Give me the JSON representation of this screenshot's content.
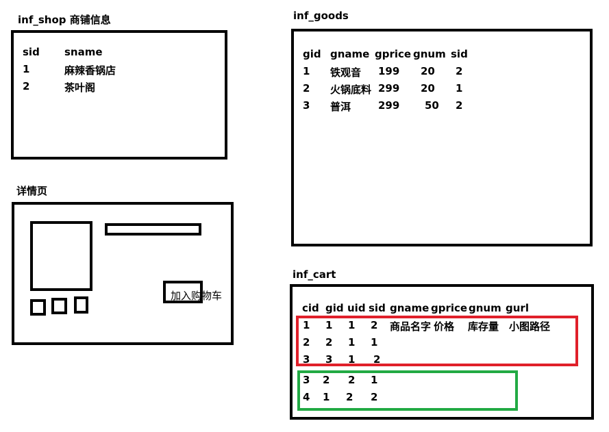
{
  "shop": {
    "title": "inf_shop 商铺信息",
    "headers": [
      "sid",
      "sname"
    ],
    "rows": [
      [
        "1",
        "麻辣香锅店"
      ],
      [
        "2",
        "茶叶阁"
      ]
    ]
  },
  "goods": {
    "title": "inf_goods",
    "headers": [
      "gid",
      "gname",
      "gprice",
      "gnum",
      "sid"
    ],
    "rows": [
      [
        "1",
        "铁观音",
        "199",
        "20",
        "2"
      ],
      [
        "2",
        "火锅底料",
        "299",
        "20",
        "1"
      ],
      [
        "3",
        "普洱",
        "299",
        "50",
        "2"
      ]
    ]
  },
  "detail": {
    "title": "详情页",
    "add_to_cart": "加入购物车"
  },
  "cart": {
    "title": "inf_cart",
    "headers": [
      "cid",
      "gid",
      "uid",
      "sid",
      "gname",
      "gprice",
      "gnum",
      "gurl"
    ],
    "rows": [
      [
        "1",
        "1",
        "1",
        "2",
        "商品名字",
        "价格",
        "库存量",
        "小图路径"
      ],
      [
        "2",
        "2",
        "1",
        "1"
      ],
      [
        "3",
        "3",
        "1",
        "2"
      ],
      [
        "3",
        "2",
        "2",
        "1"
      ],
      [
        "4",
        "1",
        "2",
        "2"
      ]
    ],
    "highlight_colors": {
      "group_1": "#e0202a",
      "group_2": "#22aa44"
    }
  }
}
